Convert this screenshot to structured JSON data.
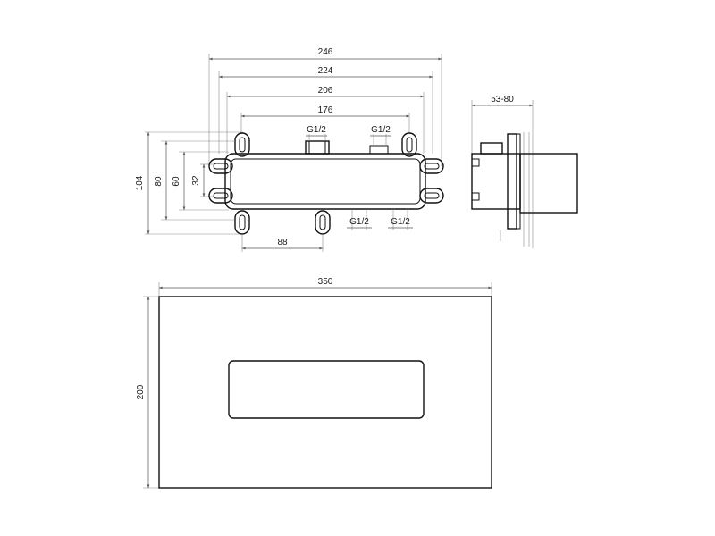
{
  "top_view": {
    "widths": [
      "246",
      "224",
      "206",
      "176"
    ],
    "heights": [
      "104",
      "80",
      "60",
      "32"
    ],
    "offset": "88",
    "inlets_top": [
      "G1/2",
      "G1/2"
    ],
    "outlets_bottom": [
      "G1/2",
      "G1/2"
    ]
  },
  "side_view": {
    "depth": "53-80"
  },
  "cover_plate": {
    "width": "350",
    "height": "200"
  }
}
